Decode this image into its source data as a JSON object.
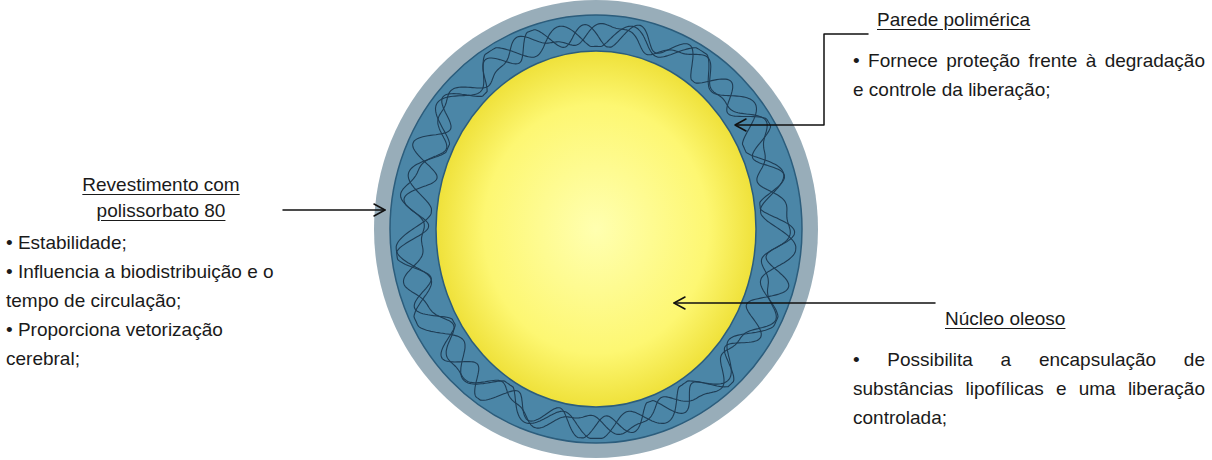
{
  "diagram": {
    "labels": [
      "Parede polimérica",
      "• Fornece proteção frente à degradação e controle da liberação;",
      "Revestimento com polissorbato 80",
      "• Estabilidade;",
      "• Influencia a biodistribuição e o tempo de circulação;",
      "• Proporciona vetorização cerebral;",
      "Núcleo oleoso",
      "• Possibilita a encapsulação de substâncias lipofílicas e uma liberação controlada;"
    ]
  }
}
